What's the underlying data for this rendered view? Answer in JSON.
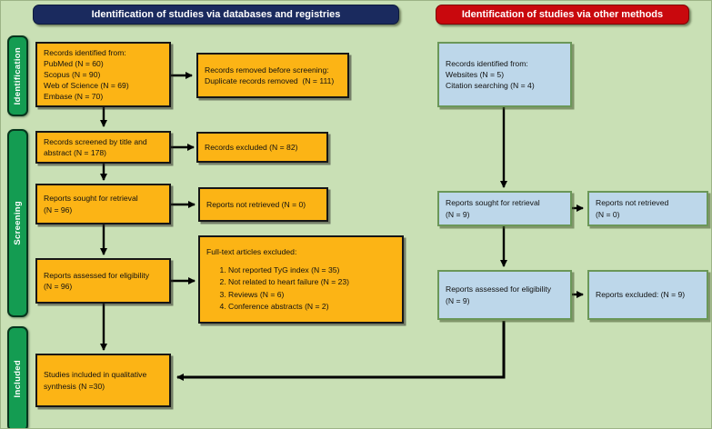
{
  "colors": {
    "background": "#c9e0b5",
    "gold_box": "#fcb415",
    "gold_border": "#161616",
    "blue_box": "#bdd7ea",
    "blue_border": "#6b9758",
    "navy_header": "#1a2a5e",
    "red_header": "#c9080d",
    "stage_green": "#149c52",
    "stage_border": "#07351d",
    "arrow": "#000000"
  },
  "headers": {
    "databases": "Identification of studies via databases and registries",
    "other_methods": "Identification of studies via other methods"
  },
  "stages": {
    "identification": "Identification",
    "screening": "Screening",
    "included": "Included"
  },
  "left": {
    "records_identified": {
      "lines": [
        "Records identified from:",
        "PubMed (N = 60)",
        "Scopus (N = 90)",
        "Web of Science (N = 69)",
        "Embase (N = 70)"
      ]
    },
    "records_removed": {
      "lines": [
        "Records removed before screening:",
        "Duplicate records removed  (N = 111)"
      ]
    },
    "records_screened": {
      "lines": [
        "Records screened by title and",
        "abstract (N = 178)"
      ]
    },
    "records_excluded": {
      "lines": [
        "Records excluded (N = 82)"
      ]
    },
    "reports_sought": {
      "lines": [
        "Reports sought for retrieval",
        "(N = 96)"
      ]
    },
    "reports_not_retrieved": {
      "lines": [
        "Reports not retrieved (N = 0)"
      ]
    },
    "reports_assessed": {
      "lines": [
        "Reports assessed for eligibility",
        "(N = 96)"
      ]
    },
    "fulltext_excluded": {
      "title": "Full-text articles excluded:",
      "items": [
        "Not reported TyG index (N = 35)",
        "Not related to heart failure (N = 23)",
        "Reviews (N = 6)",
        "Conference abstracts (N = 2)"
      ]
    },
    "studies_included": {
      "lines": [
        "Studies included in qualitative",
        "synthesis (N =30)"
      ]
    }
  },
  "right": {
    "records_identified": {
      "lines": [
        "Records identified from:",
        "Websites (N = 5)",
        "Citation searching (N = 4)"
      ]
    },
    "reports_sought": {
      "lines": [
        "Reports sought for retrieval",
        "(N = 9)"
      ]
    },
    "reports_not_retrieved": {
      "lines": [
        "Reports not retrieved",
        "(N = 0)"
      ]
    },
    "reports_assessed": {
      "lines": [
        "Reports assessed for eligibility",
        "(N = 9)"
      ]
    },
    "reports_excluded": {
      "lines": [
        "Reports excluded: (N = 9)"
      ]
    }
  }
}
